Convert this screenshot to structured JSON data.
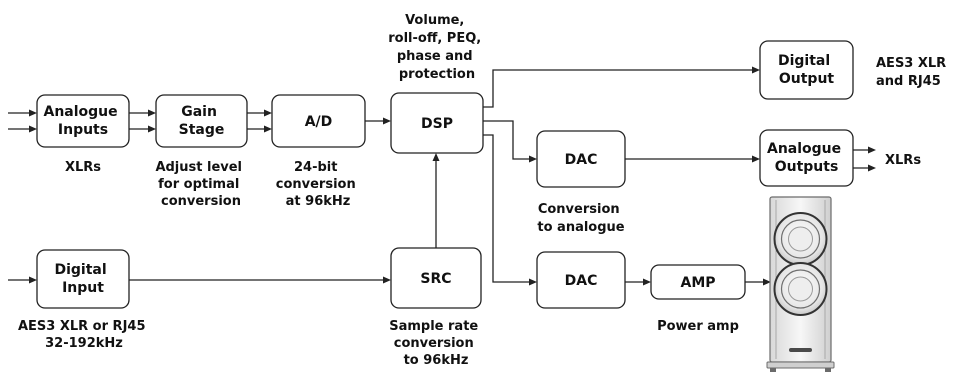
{
  "blocks": {
    "analogue_inputs": [
      "Analogue",
      "Inputs"
    ],
    "gain_stage": [
      "Gain",
      "Stage"
    ],
    "ad": [
      "A/D"
    ],
    "dsp": [
      "DSP"
    ],
    "digital_output": [
      "Digital",
      "Output"
    ],
    "dac_analogue": [
      "DAC"
    ],
    "analogue_outputs": [
      "Analogue",
      "Outputs"
    ],
    "digital_input": [
      "Digital",
      "Input"
    ],
    "src": [
      "SRC"
    ],
    "dac_amp": [
      "DAC"
    ],
    "amp": [
      "AMP"
    ]
  },
  "captions": {
    "analogue_inputs": [
      "XLRs"
    ],
    "gain_stage": [
      "Adjust level",
      "for optimal",
      "conversion"
    ],
    "ad": [
      "24-bit",
      "conversion",
      "at 96kHz"
    ],
    "dsp": [
      "Volume,",
      "roll-off, PEQ,",
      "phase and",
      "protection"
    ],
    "digital_output": [
      "AES3 XLR",
      "and RJ45"
    ],
    "dac_analogue": [
      "Conversion",
      "to analogue"
    ],
    "analogue_outputs": [
      "XLRs"
    ],
    "digital_input": [
      "AES3 XLR or RJ45",
      "32-192kHz"
    ],
    "src": [
      "Sample rate",
      "conversion",
      "to 96kHz"
    ],
    "amp": [
      "Power amp"
    ]
  },
  "icons": {
    "loudspeaker": "floor-standing-speaker-icon"
  }
}
